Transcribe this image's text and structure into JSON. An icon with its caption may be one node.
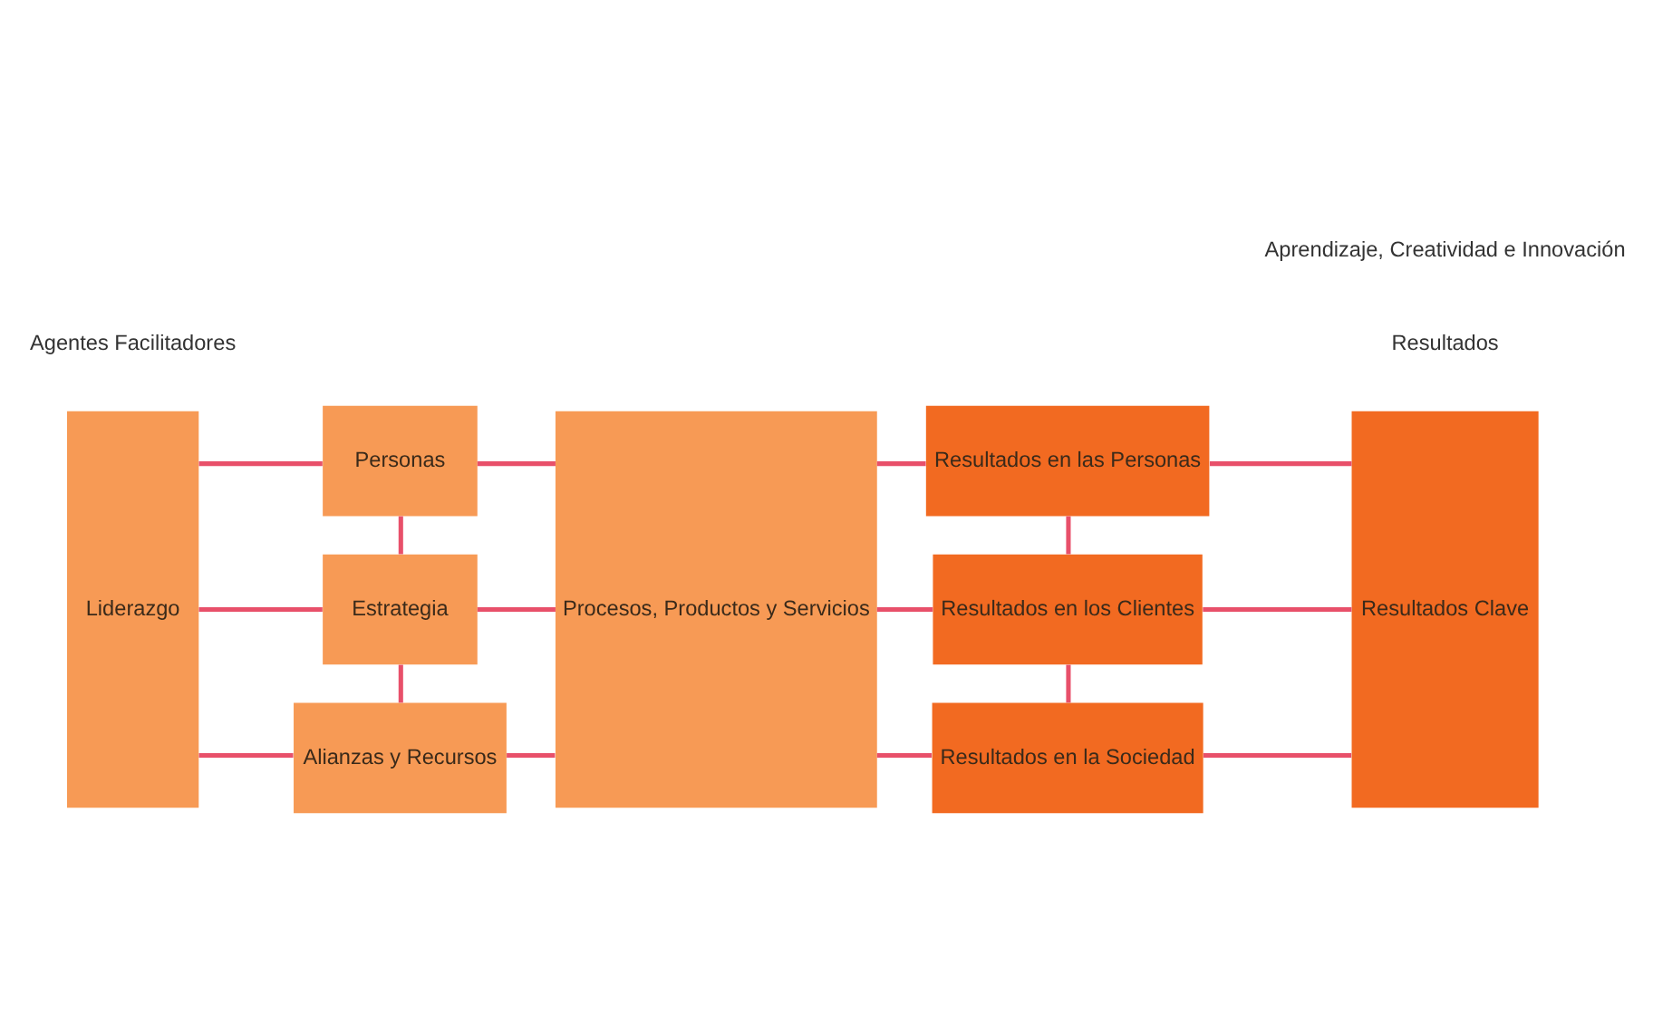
{
  "diagram": {
    "nodes": [
      {
        "text": [
          "Liderazgo"
        ]
      },
      {
        "text": [
          "Personas"
        ]
      },
      {
        "text": [
          "Estrategia"
        ]
      },
      {
        "text": [
          "Alianzas y Recursos"
        ]
      },
      {
        "text": [
          "Procesos, Productos y Servicios"
        ]
      },
      {
        "text": [
          "Resultados en las Personas"
        ]
      },
      {
        "text": [
          "Resultados en los Clientes"
        ]
      },
      {
        "text": [
          "Resultados en la Sociedad"
        ]
      },
      {
        "text": [
          "Resultados Clave"
        ]
      }
    ],
    "edges": [
      {
        "from": 0,
        "to": 1,
        "arrow": "none"
      },
      {
        "from": 0,
        "to": 2,
        "arrow": "none"
      },
      {
        "from": 0,
        "to": 3,
        "arrow": "none"
      },
      {
        "from": 1,
        "to": 2,
        "arrow": "none"
      },
      {
        "from": 2,
        "to": 3,
        "arrow": "none"
      },
      {
        "from": 1,
        "to": 4,
        "arrow": "none"
      },
      {
        "from": 2,
        "to": 4,
        "arrow": "none"
      },
      {
        "from": 3,
        "to": 4,
        "arrow": "none"
      },
      {
        "from": 4,
        "to": 5,
        "arrow": "none"
      },
      {
        "from": 4,
        "to": 6,
        "arrow": "none"
      },
      {
        "from": 4,
        "to": 7,
        "arrow": "none"
      },
      {
        "from": 5,
        "to": 6,
        "arrow": "none"
      },
      {
        "from": 6,
        "to": 7,
        "arrow": "none"
      },
      {
        "from": 5,
        "to": 8,
        "arrow": "none"
      },
      {
        "from": 6,
        "to": 8,
        "arrow": "none"
      },
      {
        "from": 7,
        "to": 8,
        "arrow": "none"
      }
    ],
    "labels": [
      "Agentes Facilitadores",
      "Resultados",
      "Aprendizaje, Creatividad e Innovación"
    ]
  }
}
